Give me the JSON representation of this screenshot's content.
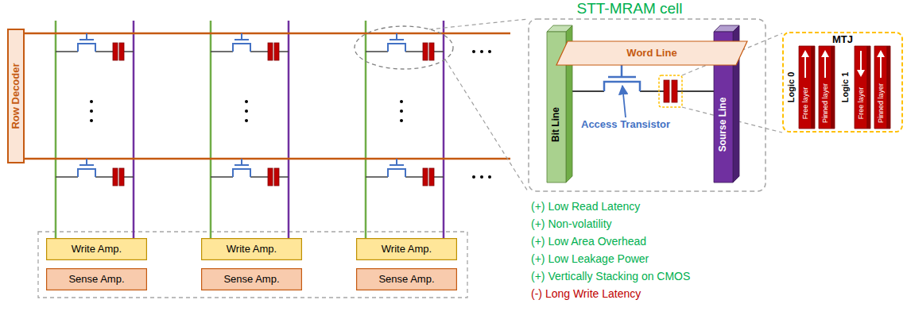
{
  "diagram": {
    "nodes": [
      {
        "text": [
          "Row Decoder"
        ]
      },
      {
        "text": [
          "Write Amp."
        ]
      },
      {
        "text": [
          "Write Amp."
        ]
      },
      {
        "text": [
          "Write Amp."
        ]
      },
      {
        "text": [
          "Sense Amp."
        ]
      },
      {
        "text": [
          "Sense Amp."
        ]
      },
      {
        "text": [
          "Sense Amp."
        ]
      },
      {
        "text": [
          "STT-MRAM cell"
        ]
      },
      {
        "text": [
          "Word Line"
        ],
        "in": 7
      },
      {
        "text": [
          "Bit Line"
        ],
        "in": 7
      },
      {
        "text": [
          "Sourse Line"
        ],
        "in": 7
      },
      {
        "text": [
          "MTJ"
        ]
      },
      {
        "text": [
          "Free layer"
        ],
        "in": 11
      },
      {
        "text": [
          "Pinned layer"
        ],
        "in": 11
      },
      {
        "text": [
          "Free layer"
        ],
        "in": 11
      },
      {
        "text": [
          "Pinned layer"
        ],
        "in": 11
      }
    ],
    "labels": [
      "Access Transistor",
      "Logic 0",
      "Logic 1",
      "(+) Low Read Latency",
      "(+) Non-volatility",
      "(+) Low Area Overhead",
      "(+) Low Leakage Power",
      "(+) Vertically Stacking on CMOS",
      "(-) Long Write Latency"
    ]
  }
}
